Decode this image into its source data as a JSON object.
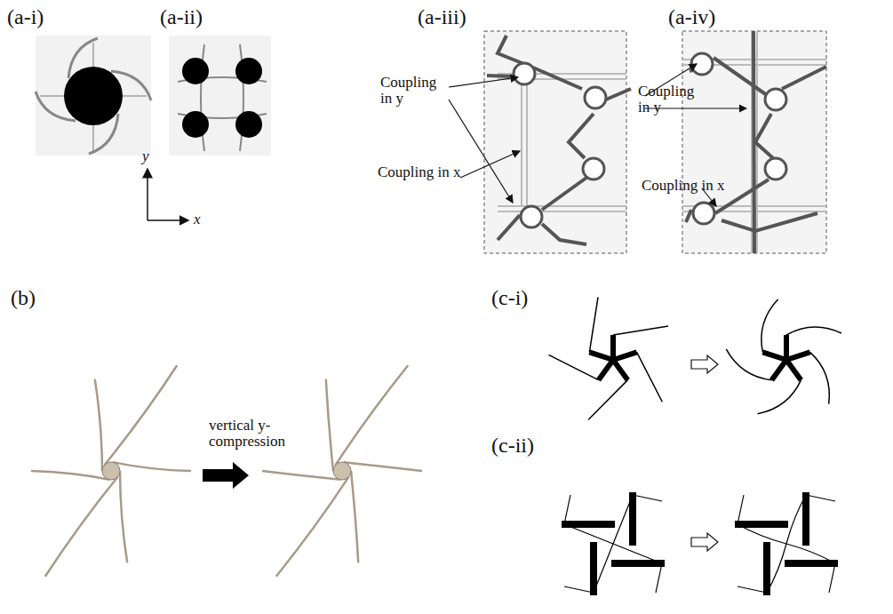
{
  "diagram": {
    "labels": [
      "(a-i)",
      "(a-ii)",
      "(a-iii)",
      "(a-iv)",
      "y",
      "x",
      "Coupling in y",
      "Coupling in x",
      "Coupling in y",
      "Coupling in x",
      "(b)",
      "vertical y-compression",
      "(c-i)",
      "(c-ii)"
    ]
  }
}
